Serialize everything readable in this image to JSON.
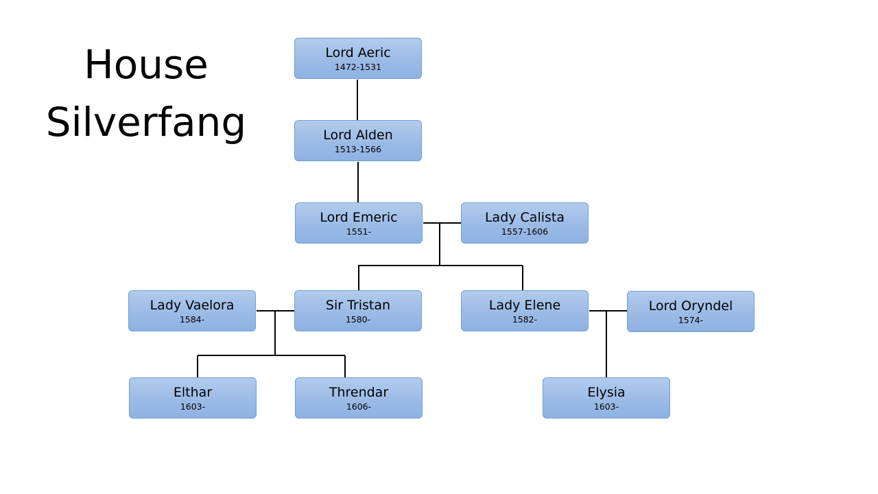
{
  "title": {
    "line1": "House",
    "line2": "Silverfang"
  },
  "people": {
    "aeric": {
      "name": "Lord Aeric",
      "dates": "1472-1531"
    },
    "alden": {
      "name": "Lord Alden",
      "dates": "1513-1566"
    },
    "emeric": {
      "name": "Lord Emeric",
      "dates": "1551-"
    },
    "calista": {
      "name": "Lady Calista",
      "dates": "1557-1606"
    },
    "vaelora": {
      "name": "Lady Vaelora",
      "dates": "1584-"
    },
    "tristan": {
      "name": "Sir Tristan",
      "dates": "1580-"
    },
    "elene": {
      "name": "Lady Elene",
      "dates": "1582-"
    },
    "oryndel": {
      "name": "Lord Oryndel",
      "dates": "1574-"
    },
    "elthar": {
      "name": "Elthar",
      "dates": "1603-"
    },
    "threndar": {
      "name": "Threndar",
      "dates": "1606-"
    },
    "elysia": {
      "name": "Elysia",
      "dates": "1603-"
    }
  }
}
